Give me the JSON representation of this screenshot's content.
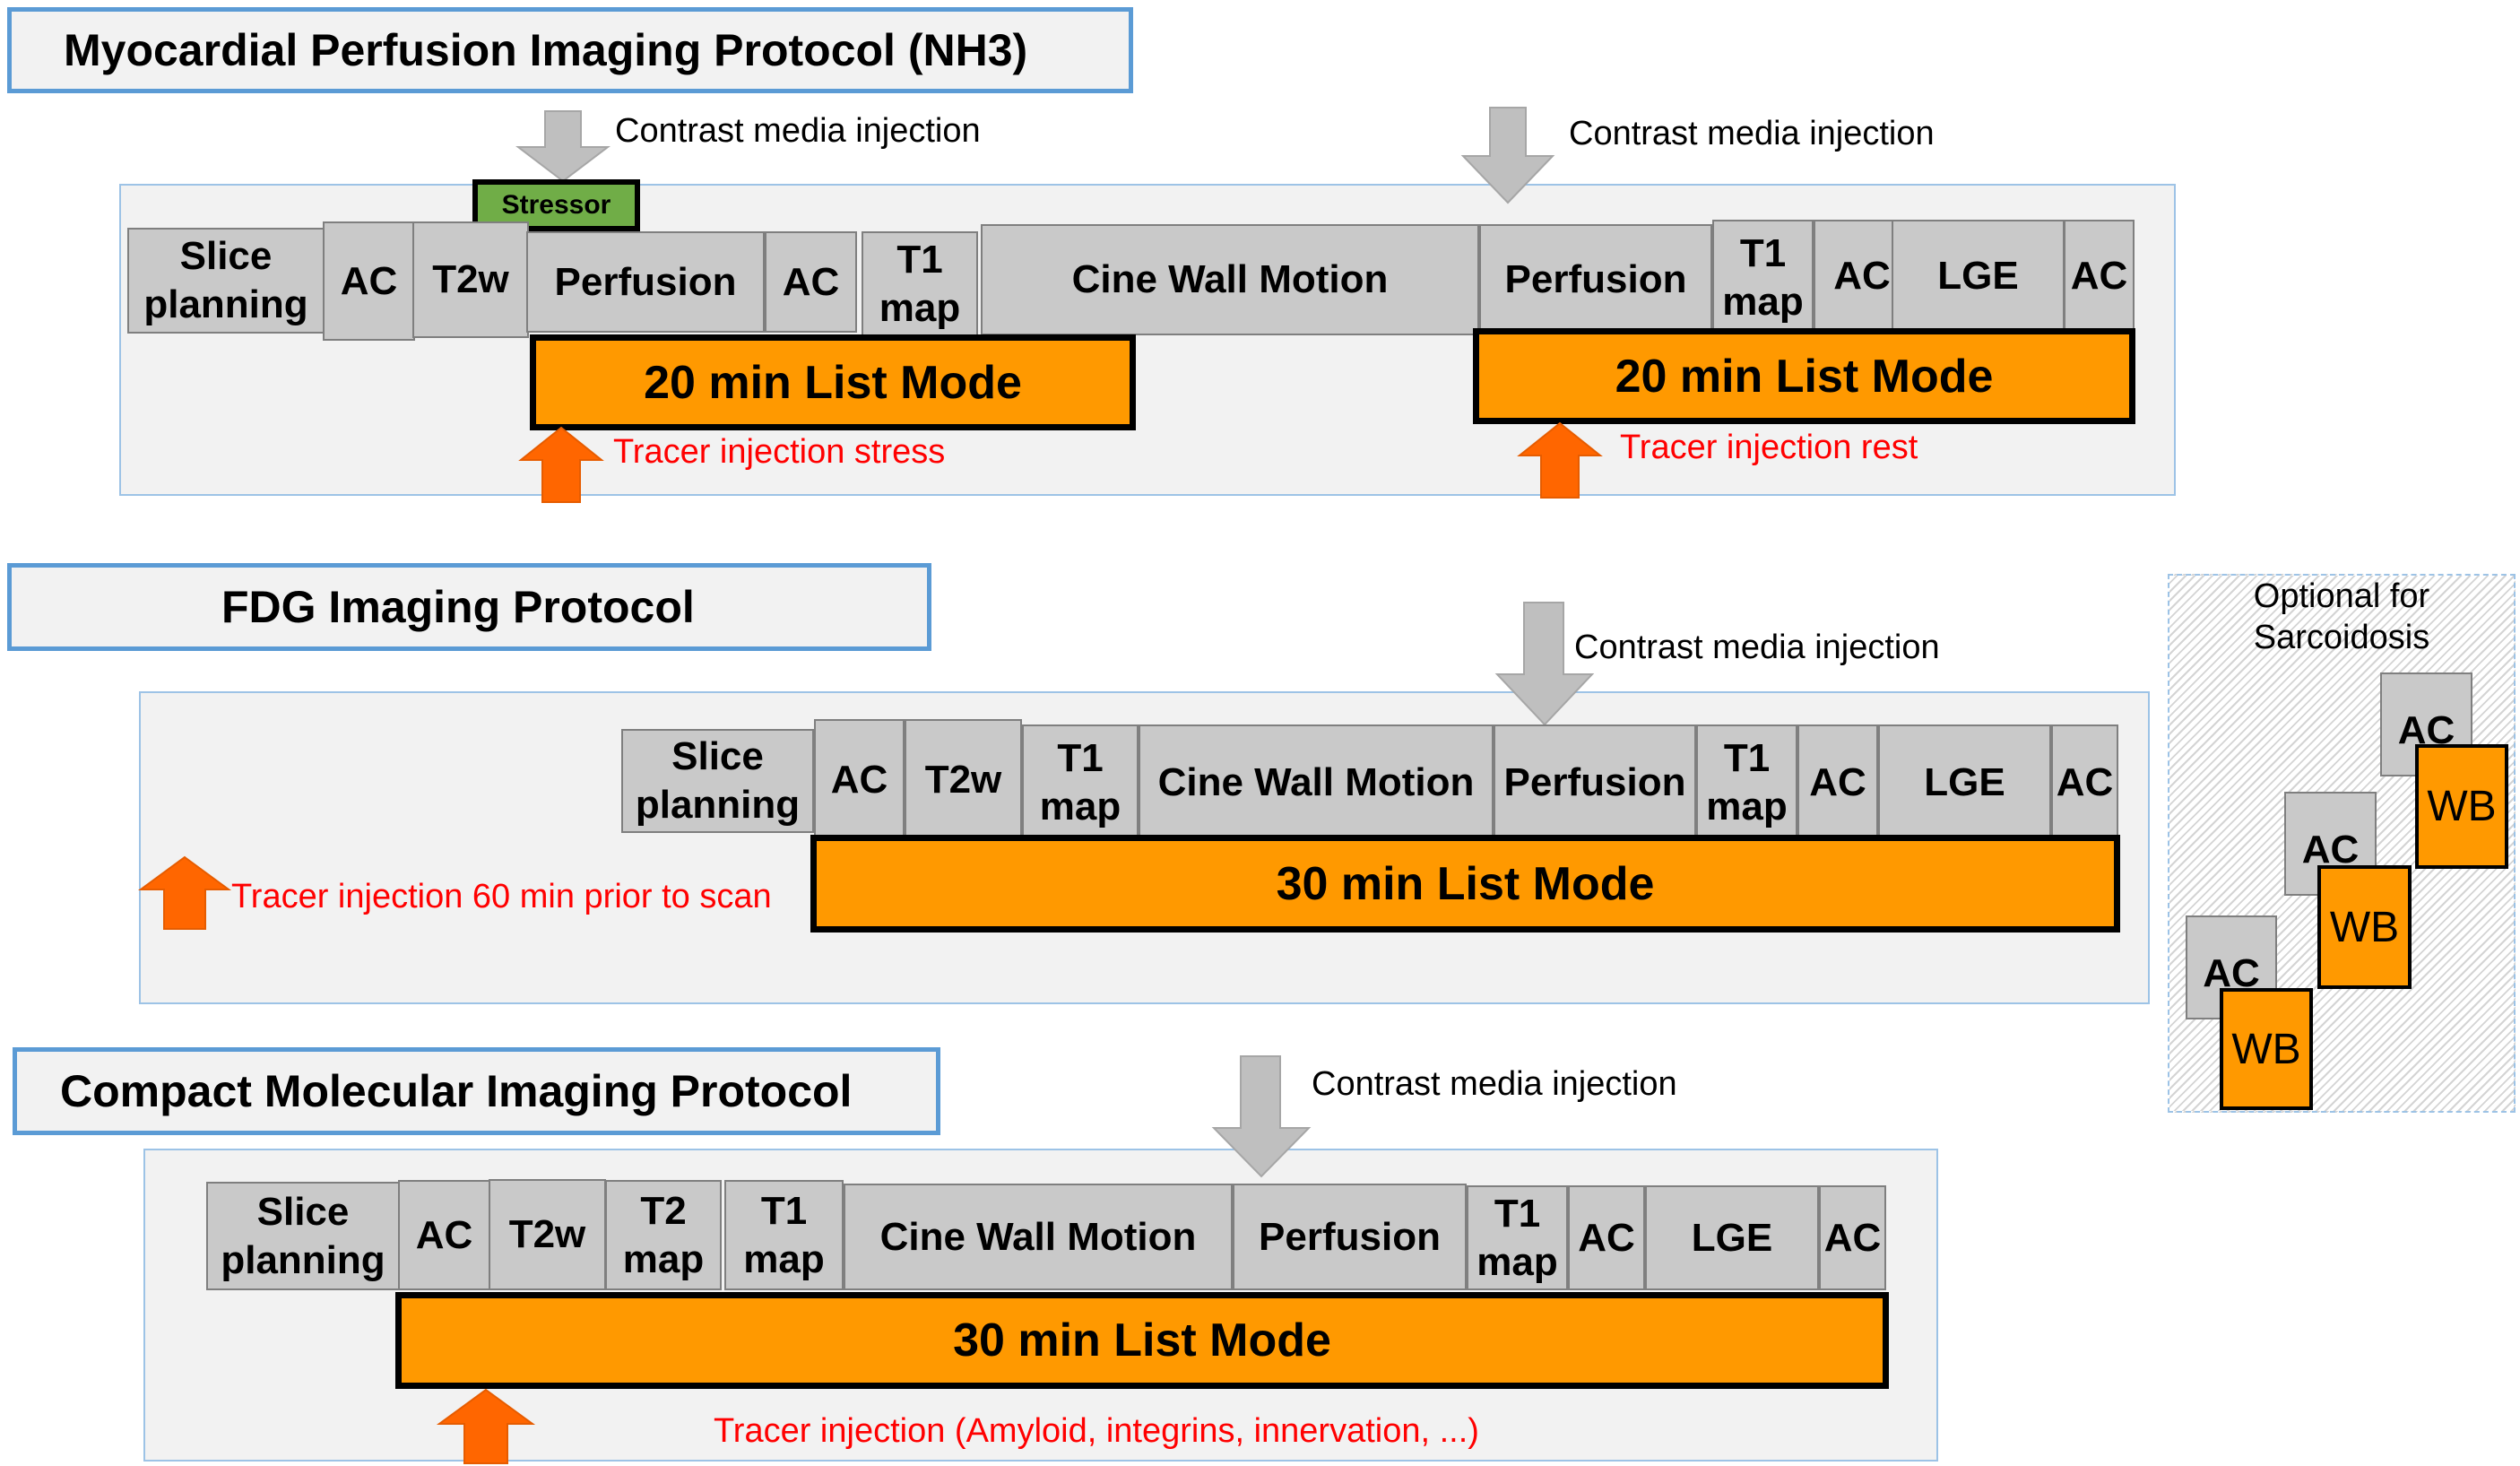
{
  "colors": {
    "title_border": "#5b9bd5",
    "panel_border": "#9dc3e6",
    "block_gray": "#c9c9c9",
    "list_mode_orange": "#ff9900",
    "stressor_green": "#70ad47",
    "tracer_arrow": "#ff6600",
    "contrast_arrow": "#bfbfbf",
    "tracer_text": "#ff0000"
  },
  "nh3": {
    "title": "Myocardial Perfusion Imaging Protocol (NH3)",
    "contrast_label_1": "Contrast media injection",
    "contrast_label_2": "Contrast media injection",
    "stressor": "Stressor",
    "blocks": [
      "Slice\nplanning",
      "AC",
      "T2w",
      "Perfusion",
      "AC",
      "T1\nmap",
      "Cine Wall Motion",
      "Perfusion",
      "T1\nmap",
      "AC",
      "LGE",
      "AC"
    ],
    "list_mode_1": "20 min List Mode",
    "list_mode_2": "20 min List Mode",
    "tracer_stress": "Tracer injection stress",
    "tracer_rest": "Tracer injection rest"
  },
  "fdg": {
    "title": "FDG Imaging Protocol",
    "contrast_label": "Contrast media injection",
    "blocks": [
      "Slice\nplanning",
      "AC",
      "T2w",
      "T1\nmap",
      "Cine Wall Motion",
      "Perfusion",
      "T1\nmap",
      "AC",
      "LGE",
      "AC"
    ],
    "list_mode": "30 min List Mode",
    "tracer": "Tracer injection 60 min prior to scan"
  },
  "compact": {
    "title": "Compact Molecular Imaging Protocol",
    "contrast_label": "Contrast media injection",
    "blocks": [
      "Slice\nplanning",
      "AC",
      "T2w",
      "T2\nmap",
      "T1\nmap",
      "Cine Wall Motion",
      "Perfusion",
      "T1\nmap",
      "AC",
      "LGE",
      "AC"
    ],
    "list_mode": "30 min List Mode",
    "tracer": "Tracer injection (Amyloid, integrins, innervation, ...)"
  },
  "optional": {
    "title": "Optional for\nSarcoidosis",
    "ac": [
      "AC",
      "AC",
      "AC"
    ],
    "wb": [
      "WB",
      "WB",
      "WB"
    ]
  }
}
